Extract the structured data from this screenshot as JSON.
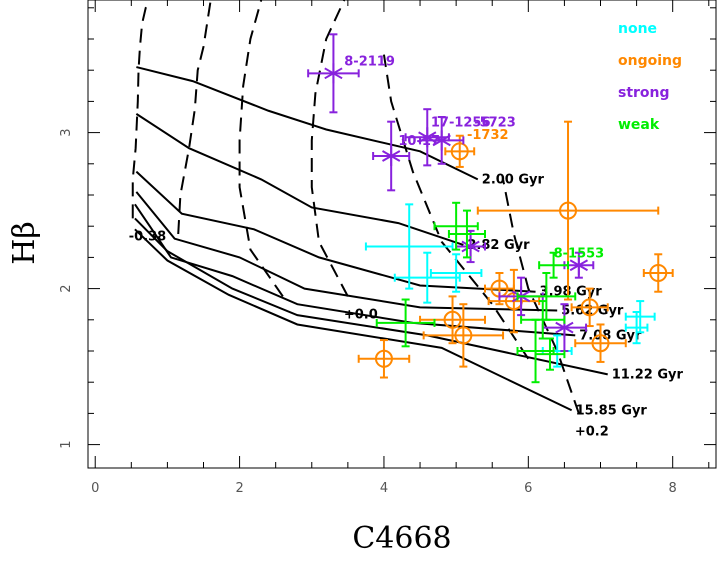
{
  "chart_data": {
    "type": "scatter",
    "xlabel": "C4668",
    "ylabel": "Hβ",
    "xlim": [
      -0.1,
      8.6
    ],
    "ylim": [
      0.85,
      3.85
    ],
    "x_ticks": [
      0,
      2,
      4,
      6,
      8
    ],
    "y_ticks": [
      1,
      2,
      3
    ],
    "grid": false,
    "legend_position": "top-right",
    "legend": [
      {
        "name": "none",
        "color": "#00ffff"
      },
      {
        "name": "ongoing",
        "color": "#ff8800"
      },
      {
        "name": "strong",
        "color": "#8822dd"
      },
      {
        "name": "weak",
        "color": "#00ee00"
      }
    ],
    "age_lines": [
      {
        "label": "2.00 Gyr",
        "x": [
          0.57,
          1.35,
          2.4,
          3.2,
          4.5,
          5.3
        ],
        "y": [
          3.42,
          3.33,
          3.14,
          3.02,
          2.88,
          2.7
        ]
      },
      {
        "label": "2.82 Gyr",
        "x": [
          0.57,
          1.3,
          2.3,
          3.0,
          4.2,
          5.1
        ],
        "y": [
          3.12,
          2.9,
          2.7,
          2.52,
          2.42,
          2.28
        ]
      },
      {
        "label": "3.98 Gyr",
        "x": [
          0.57,
          1.2,
          2.2,
          3.1,
          4.5,
          6.1
        ],
        "y": [
          2.75,
          2.48,
          2.38,
          2.2,
          2.02,
          1.98
        ]
      },
      {
        "label": "5.62 Gyr",
        "x": [
          0.57,
          1.1,
          2.0,
          2.9,
          4.5,
          6.4
        ],
        "y": [
          2.62,
          2.32,
          2.2,
          2.0,
          1.88,
          1.86
        ]
      },
      {
        "label": "7.08 Gyr",
        "x": [
          0.55,
          1.05,
          1.9,
          2.8,
          4.4,
          6.65
        ],
        "y": [
          2.54,
          2.2,
          2.08,
          1.9,
          1.78,
          1.7
        ]
      },
      {
        "label": "11.22 Gyr",
        "x": [
          0.55,
          1.0,
          1.9,
          2.8,
          4.6,
          7.1
        ],
        "y": [
          2.45,
          2.24,
          2.0,
          1.83,
          1.7,
          1.45
        ]
      },
      {
        "label": "15.85 Gyr",
        "x": [
          0.55,
          1.0,
          1.85,
          2.8,
          4.8,
          6.6
        ],
        "y": [
          2.38,
          2.18,
          1.96,
          1.77,
          1.62,
          1.22
        ]
      }
    ],
    "metallicity_lines": [
      {
        "label": "-0.38",
        "x": [
          0.52,
          0.52,
          0.56,
          0.59,
          0.6,
          0.62,
          0.65,
          0.7,
          0.75
        ],
        "y": [
          2.45,
          2.7,
          2.9,
          3.2,
          3.4,
          3.55,
          3.7,
          3.8,
          3.85
        ]
      },
      {
        "label": "",
        "x": [
          1.15,
          1.18,
          1.3,
          1.38,
          1.42,
          1.5,
          1.55,
          1.6
        ],
        "y": [
          2.35,
          2.6,
          2.9,
          3.15,
          3.4,
          3.55,
          3.7,
          3.85
        ]
      },
      {
        "label": "",
        "x": [
          2.6,
          2.15,
          2.0,
          2.0,
          2.05,
          2.15,
          2.3
        ],
        "y": [
          1.95,
          2.25,
          2.65,
          2.95,
          3.3,
          3.6,
          3.85
        ]
      },
      {
        "label": "+0.0",
        "x": [
          3.5,
          3.1,
          3.0,
          3.0,
          3.05,
          3.2,
          3.45
        ],
        "y": [
          1.95,
          2.3,
          2.65,
          2.95,
          3.25,
          3.6,
          3.85
        ]
      },
      {
        "label": "",
        "x": [
          6.0,
          5.5,
          4.8,
          4.4,
          4.1,
          4.0
        ],
        "y": [
          1.55,
          1.9,
          2.3,
          2.75,
          3.2,
          3.5
        ]
      },
      {
        "label": "+0.2",
        "x": [
          6.7,
          6.4,
          6.0,
          5.8,
          5.65
        ],
        "y": [
          1.2,
          1.6,
          2.0,
          2.35,
          2.7
        ]
      }
    ],
    "series": [
      {
        "name": "none",
        "color": "#00ffff",
        "marker": "cross",
        "points": [
          {
            "x": 4.35,
            "y": 2.27,
            "xerr": 0.6,
            "yerr": 0.27
          },
          {
            "x": 4.6,
            "y": 2.07,
            "xerr": 0.45,
            "yerr": 0.16
          },
          {
            "x": 5.0,
            "y": 2.1,
            "xerr": 0.35,
            "yerr": 0.12
          },
          {
            "x": 6.4,
            "y": 1.6,
            "xerr": 0.2,
            "yerr": 0.1
          },
          {
            "x": 7.5,
            "y": 1.75,
            "xerr": 0.15,
            "yerr": 0.1
          },
          {
            "x": 7.55,
            "y": 1.82,
            "xerr": 0.2,
            "yerr": 0.1
          }
        ]
      },
      {
        "name": "ongoing",
        "color": "#ff8800",
        "marker": "circle",
        "points": [
          {
            "x": 5.05,
            "y": 2.88,
            "xerr": 0.2,
            "yerr": 0.1
          },
          {
            "x": 6.55,
            "y": 2.5,
            "xerr": 1.25,
            "yerr": 0.57
          },
          {
            "x": 5.6,
            "y": 2.0,
            "xerr": 0.2,
            "yerr": 0.1
          },
          {
            "x": 5.8,
            "y": 1.92,
            "xerr": 0.35,
            "yerr": 0.2
          },
          {
            "x": 6.85,
            "y": 1.88,
            "xerr": 0.25,
            "yerr": 0.12
          },
          {
            "x": 7.8,
            "y": 2.1,
            "xerr": 0.2,
            "yerr": 0.12
          },
          {
            "x": 4.95,
            "y": 1.8,
            "xerr": 0.45,
            "yerr": 0.15
          },
          {
            "x": 5.1,
            "y": 1.7,
            "xerr": 0.55,
            "yerr": 0.2
          },
          {
            "x": 7.0,
            "y": 1.65,
            "xerr": 0.35,
            "yerr": 0.12
          },
          {
            "x": 4.0,
            "y": 1.55,
            "xerr": 0.35,
            "yerr": 0.12
          }
        ]
      },
      {
        "name": "strong",
        "color": "#8822dd",
        "marker": "star",
        "points": [
          {
            "x": 3.3,
            "y": 3.38,
            "xerr": 0.35,
            "yerr": 0.25
          },
          {
            "x": 4.6,
            "y": 2.97,
            "xerr": 0.3,
            "yerr": 0.18
          },
          {
            "x": 4.8,
            "y": 2.95,
            "xerr": 0.3,
            "yerr": 0.15
          },
          {
            "x": 4.1,
            "y": 2.85,
            "xerr": 0.25,
            "yerr": 0.22
          },
          {
            "x": 5.2,
            "y": 2.27,
            "xerr": 0.2,
            "yerr": 0.1
          },
          {
            "x": 6.7,
            "y": 2.15,
            "xerr": 0.2,
            "yerr": 0.08
          },
          {
            "x": 5.9,
            "y": 1.95,
            "xerr": 0.3,
            "yerr": 0.12
          },
          {
            "x": 6.5,
            "y": 1.75,
            "xerr": 0.3,
            "yerr": 0.15
          }
        ]
      },
      {
        "name": "weak",
        "color": "#00ee00",
        "marker": "cross",
        "points": [
          {
            "x": 5.0,
            "y": 2.4,
            "xerr": 0.3,
            "yerr": 0.15
          },
          {
            "x": 5.15,
            "y": 2.35,
            "xerr": 0.25,
            "yerr": 0.15
          },
          {
            "x": 6.35,
            "y": 2.15,
            "xerr": 0.2,
            "yerr": 0.08
          },
          {
            "x": 6.25,
            "y": 1.95,
            "xerr": 0.4,
            "yerr": 0.15
          },
          {
            "x": 4.3,
            "y": 1.78,
            "xerr": 0.4,
            "yerr": 0.15
          },
          {
            "x": 6.2,
            "y": 1.8,
            "xerr": 0.3,
            "yerr": 0.12
          },
          {
            "x": 6.3,
            "y": 1.58,
            "xerr": 0.2,
            "yerr": 0.1
          },
          {
            "x": 6.1,
            "y": 1.6,
            "xerr": 0.25,
            "yerr": 0.2
          }
        ]
      }
    ],
    "point_labels": [
      {
        "text": "8-2119",
        "x": 3.45,
        "y": 3.43,
        "color": "#8822dd"
      },
      {
        "text": "17-1256",
        "x": 4.65,
        "y": 3.04,
        "color": "#8822dd"
      },
      {
        "text": "10-17",
        "x": 4.2,
        "y": 2.92,
        "color": "#8822dd"
      },
      {
        "text": "-5723",
        "x": 5.25,
        "y": 3.04,
        "color": "#8822dd"
      },
      {
        "text": "-1732",
        "x": 5.15,
        "y": 2.96,
        "color": "#ff8800"
      },
      {
        "text": "8-1553",
        "x": 6.35,
        "y": 2.2,
        "color": "#00ee00"
      }
    ]
  }
}
